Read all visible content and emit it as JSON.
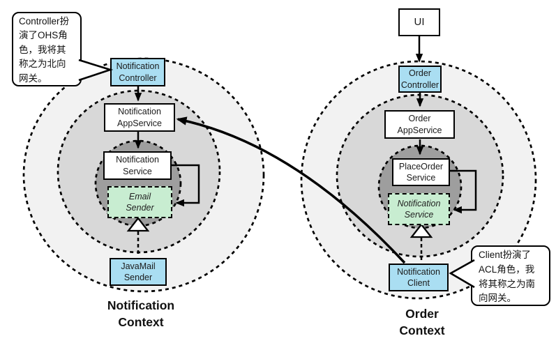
{
  "contexts": {
    "notification": {
      "title": "Notification\nContext",
      "nodes": {
        "controller": "Notification\nController",
        "app_service": "Notification\nAppService",
        "service": "Notification\nService",
        "email_sender": "Email\nSender",
        "javamail_sender": "JavaMail\nSender"
      }
    },
    "order": {
      "title": "Order\nContext",
      "nodes": {
        "ui": "UI",
        "controller": "Order\nController",
        "app_service": "Order\nAppService",
        "place_order_service": "PlaceOrder\nService",
        "notification_service": "Notification\nService",
        "notification_client": "Notification\nClient"
      }
    }
  },
  "callouts": {
    "ohs": {
      "lines": [
        "Controller扮",
        "演了OHS角",
        "色，我将其",
        "称之为北向",
        "网关。"
      ]
    },
    "acl": {
      "lines": [
        "Client扮演了",
        "ACL角色，我",
        "将其称之为南",
        "向网关。"
      ]
    }
  },
  "colors": {
    "node_blue": "#aadef2",
    "node_green": "#c8edd1",
    "ring_outer": "#f2f2f2",
    "ring_middle": "#d8d8d8",
    "ring_inner": "#9e9e9e",
    "line": "#000000"
  }
}
